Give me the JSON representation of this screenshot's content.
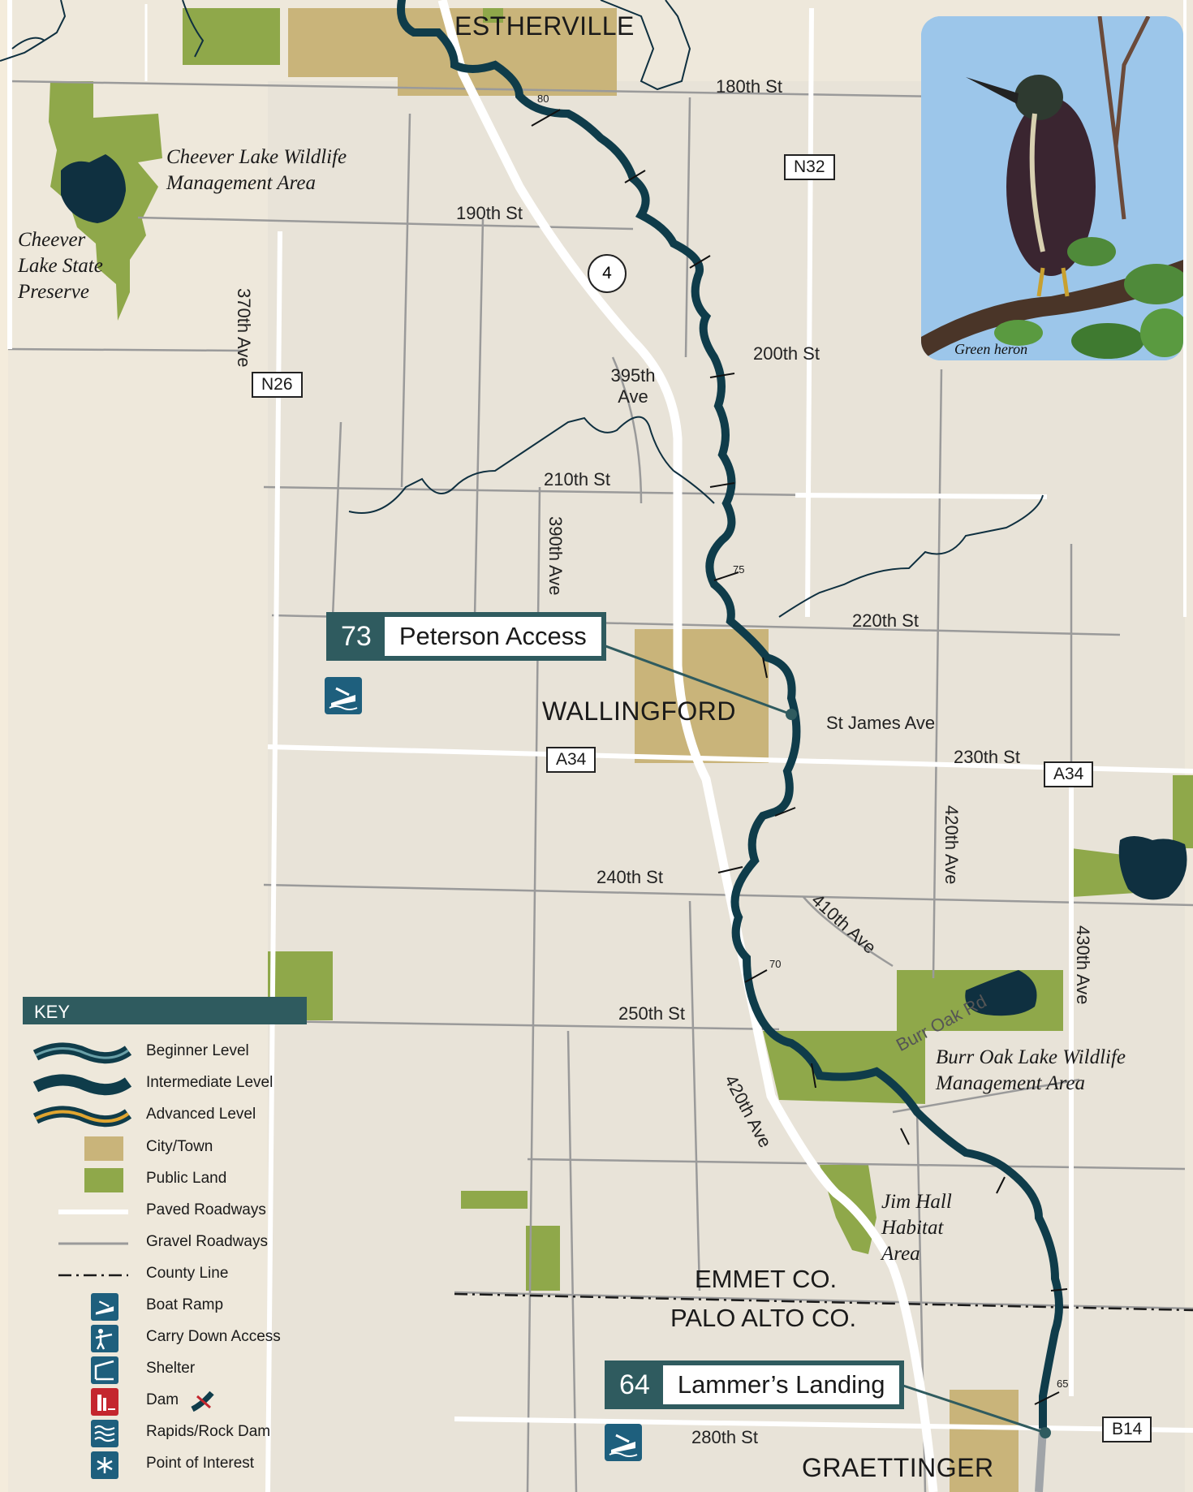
{
  "towns": {
    "estherville": "ESTHERVILLE",
    "wallingford": "WALLINGFORD",
    "graettinger": "GRAETTINGER"
  },
  "roads": {
    "r180": "180th St",
    "r190": "190th St",
    "r200": "200th St",
    "r210": "210th St",
    "r220": "220th St",
    "r230": "230th St",
    "r240": "240th St",
    "r250": "250th St",
    "r280": "280th St",
    "r370": "370th Ave",
    "r390": "390th Ave",
    "r395": "395th Ave",
    "r410": "410th Ave",
    "r420a": "420th Ave",
    "r420b": "420th Ave",
    "r430": "430th Ave",
    "stjames": "St James Ave",
    "burroak": "Burr Oak Rd"
  },
  "shields": {
    "n32": "N32",
    "n26": "N26",
    "hwy4": "4",
    "a34a": "A34",
    "a34b": "A34",
    "b14": "B14"
  },
  "river_miles": {
    "m80": "80",
    "m75": "75",
    "m70": "70",
    "m65": "65"
  },
  "areas": {
    "cheever_wma": "Cheever Lake Wildlife Management Area",
    "cheever_preserve": "Cheever Lake State Preserve",
    "burr_oak_wma": "Burr Oak Lake Wildlife Management Area",
    "jim_hall": "Jim Hall Habitat Area"
  },
  "county_lines": {
    "north": "EMMET CO.",
    "south": "PALO ALTO CO."
  },
  "access_points": [
    {
      "number": "73",
      "name": "Peterson Access"
    },
    {
      "number": "64",
      "name": "Lammer’s Landing"
    }
  ],
  "photo": {
    "caption": "Green heron"
  },
  "key": {
    "title": "KEY",
    "items": [
      "Beginner Level",
      "Intermediate Level",
      "Advanced Level",
      "City/Town",
      "Public Land",
      "Paved Roadways",
      "Gravel Roadways",
      "County Line",
      "Boat Ramp",
      "Carry Down Access",
      "Shelter",
      "Dam",
      "Rapids/Rock Dam",
      "Point of Interest"
    ]
  },
  "colors": {
    "background": "#f4ecdc",
    "city": "#c9b47a",
    "public_land": "#8fa84a",
    "river": "#0f3c4a",
    "advanced_stripe": "#e0a530",
    "gravel_road": "#9a9a9a",
    "paved_road": "#ffffff",
    "access_box": "#2f5b5f",
    "icon_blue": "#1e5f7d",
    "dam_red": "#c4262e"
  }
}
